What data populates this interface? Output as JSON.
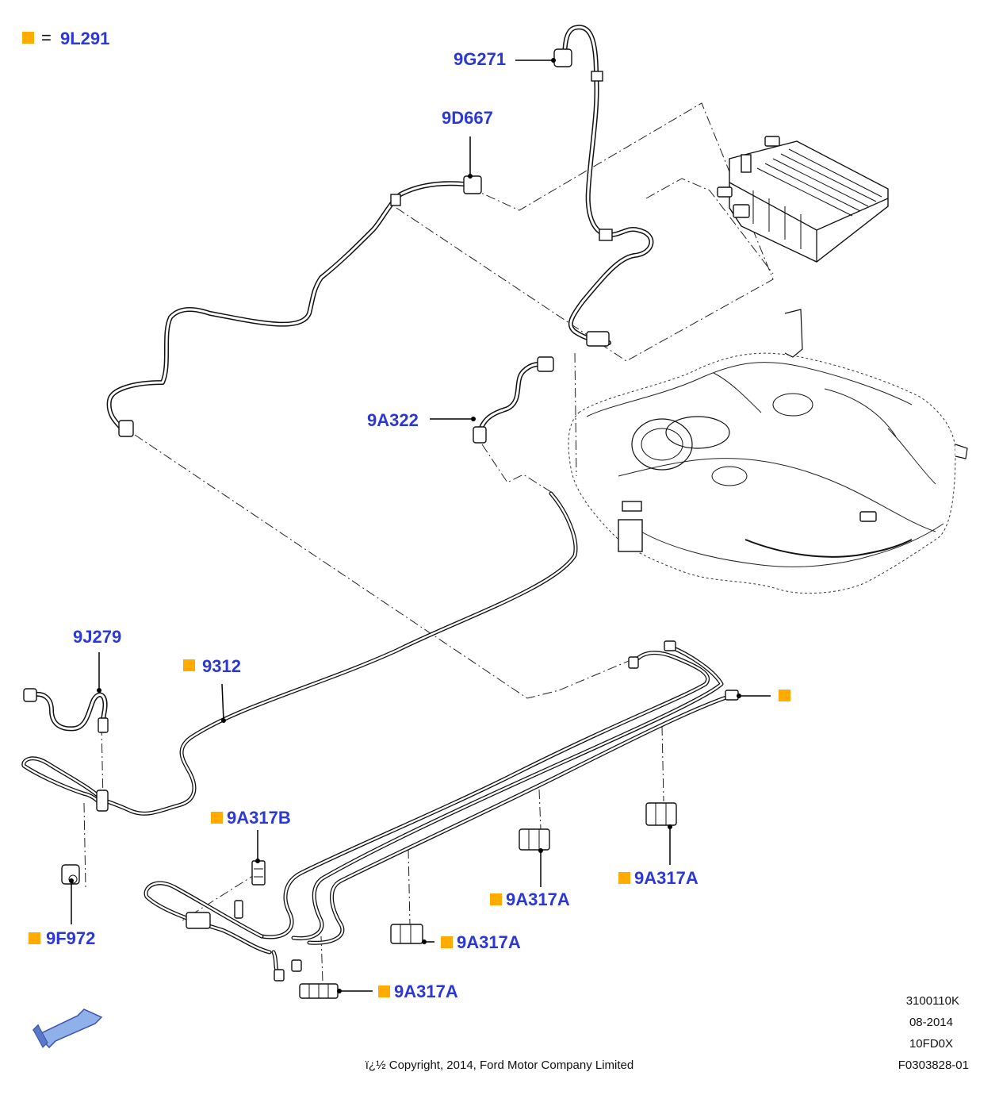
{
  "colors": {
    "callout_text": "#2b38d6",
    "marker": "#ffab00",
    "line": "#000000",
    "arrow_fill": "#8fb0e8",
    "arrow_stroke": "#3a4fa8"
  },
  "legend": {
    "equals": "=",
    "part": "9L291"
  },
  "callouts": {
    "c9g271": "9G271",
    "c9d667": "9D667",
    "c9a322": "9A322",
    "c9j279": "9J279",
    "c9312": "9312",
    "c9a317b": "9A317B",
    "c9f972": "9F972",
    "c9a317a_1": "9A317A",
    "c9a317a_2": "9A317A",
    "c9a317a_3": "9A317A",
    "c9a317a_4": "9A317A"
  },
  "meta": {
    "ref": "3100110K",
    "date": "08-2014",
    "code": "10FD0X",
    "figure": "F0303828-01",
    "copyright": "ï¿½ Copyright, 2014, Ford Motor Company Limited"
  }
}
